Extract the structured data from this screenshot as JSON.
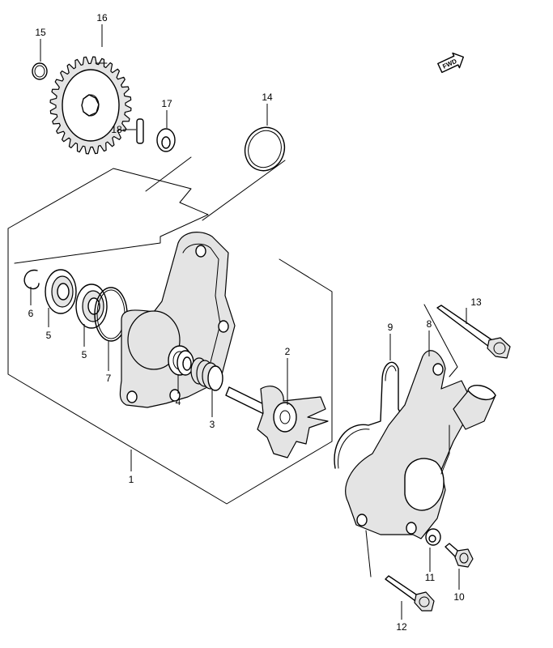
{
  "fwd_label": "FWD",
  "callouts": [
    {
      "id": "1",
      "label": "1"
    },
    {
      "id": "2",
      "label": "2"
    },
    {
      "id": "3",
      "label": "3"
    },
    {
      "id": "4",
      "label": "4"
    },
    {
      "id": "5a",
      "label": "5"
    },
    {
      "id": "5b",
      "label": "5"
    },
    {
      "id": "6",
      "label": "6"
    },
    {
      "id": "7",
      "label": "7"
    },
    {
      "id": "8",
      "label": "8"
    },
    {
      "id": "9",
      "label": "9"
    },
    {
      "id": "10",
      "label": "10"
    },
    {
      "id": "11",
      "label": "11"
    },
    {
      "id": "12",
      "label": "12"
    },
    {
      "id": "13",
      "label": "13"
    },
    {
      "id": "14",
      "label": "14"
    },
    {
      "id": "15",
      "label": "15"
    },
    {
      "id": "16",
      "label": "16"
    },
    {
      "id": "17",
      "label": "17"
    },
    {
      "id": "18",
      "label": "18"
    }
  ]
}
